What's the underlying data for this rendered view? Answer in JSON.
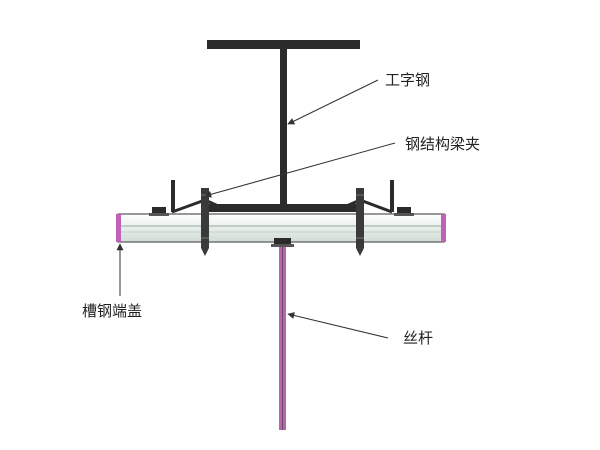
{
  "labels": {
    "i_beam": "工字钢",
    "beam_clamp": "钢结构梁夹",
    "channel_end_cap": "槽钢端盖",
    "threaded_rod": "丝杆"
  },
  "colors": {
    "steel": "#2b2b2b",
    "channel_fill": "#eaf0ec",
    "channel_edge": "#555555",
    "end_cap": "#c060b8",
    "rod": "#b06aa8",
    "leader": "#333333"
  }
}
